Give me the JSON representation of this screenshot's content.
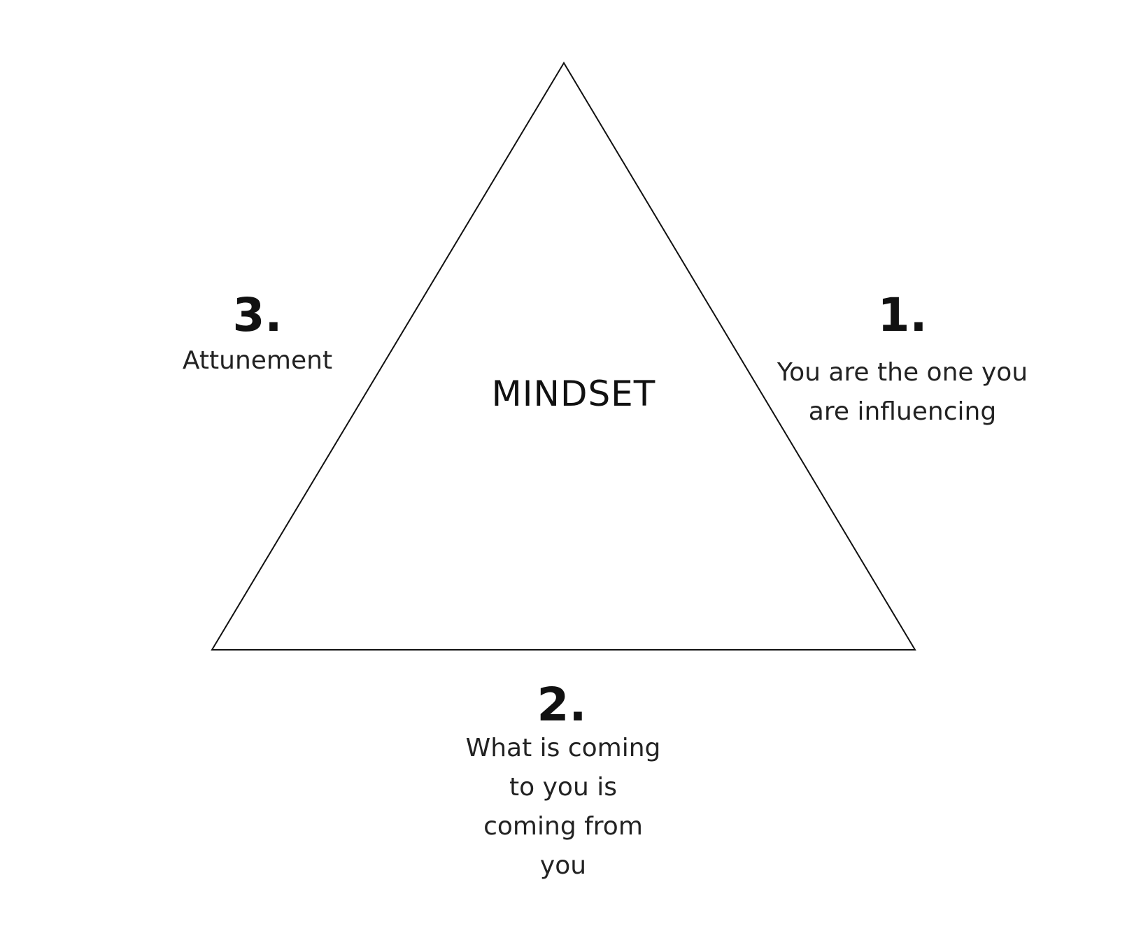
{
  "diagram": {
    "center_label": "MINDSET",
    "points": [
      {
        "number": "1.",
        "lines": [
          "You are the one you",
          "are influencing"
        ]
      },
      {
        "number": "2.",
        "lines": [
          "What is coming",
          "to you is",
          "coming from",
          "you"
        ]
      },
      {
        "number": "3.",
        "lines": [
          "Attunement"
        ]
      }
    ]
  },
  "colors": {
    "background": "#ffffff",
    "stroke": "#111111",
    "text": "#111111"
  }
}
